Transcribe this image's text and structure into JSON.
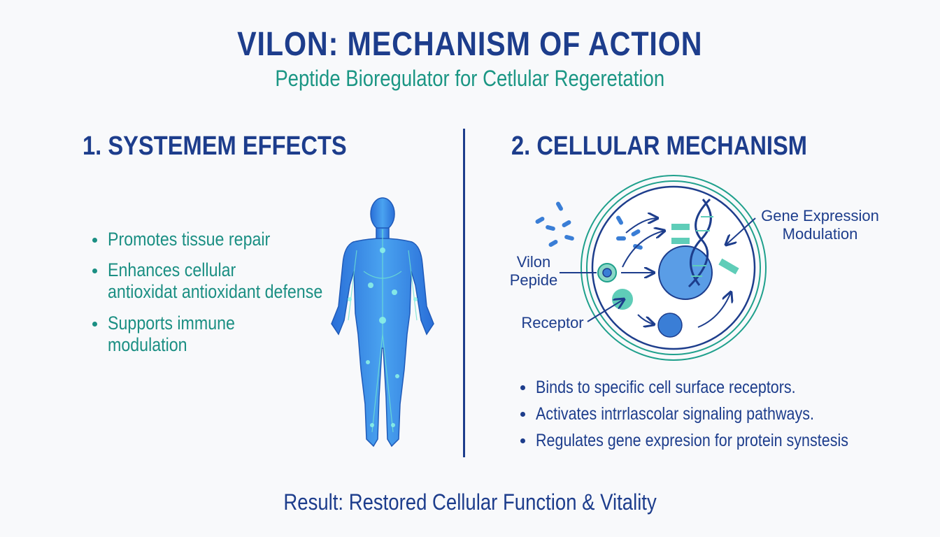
{
  "header": {
    "title": "VILON: MECHANISM OF ACTION",
    "subtitle": "Peptide Bioregulator for Cetlular Regeretation"
  },
  "systemic": {
    "heading": "1. SYSTEMEM EFFECTS",
    "bullets": [
      {
        "line1": "Promotes tissue repair"
      },
      {
        "line1": "Enhances cellular",
        "line2": "antioxidat antioxidant defense"
      },
      {
        "line1": "Supports immune",
        "line2": "modulation"
      }
    ]
  },
  "cellular": {
    "heading": "2. CELLULAR MECHANISM",
    "labels": {
      "peptide_line1": "Vilon",
      "peptide_line2": "Pepide",
      "receptor": "Receptor",
      "gene_line1": "Gene Expression",
      "gene_line2": "Modulation"
    },
    "bullets": [
      "Binds to specific cell surface receptors.",
      "Activates intrrlascolar signaling pathways.",
      "Regulates gene expresion for protein synstesis"
    ]
  },
  "footer": {
    "result": "Result: Restored Cellular Function & Vitality"
  },
  "colors": {
    "navy": "#1d3d8c",
    "teal": "#1b9684",
    "body_blue": "#2f7fe0"
  }
}
